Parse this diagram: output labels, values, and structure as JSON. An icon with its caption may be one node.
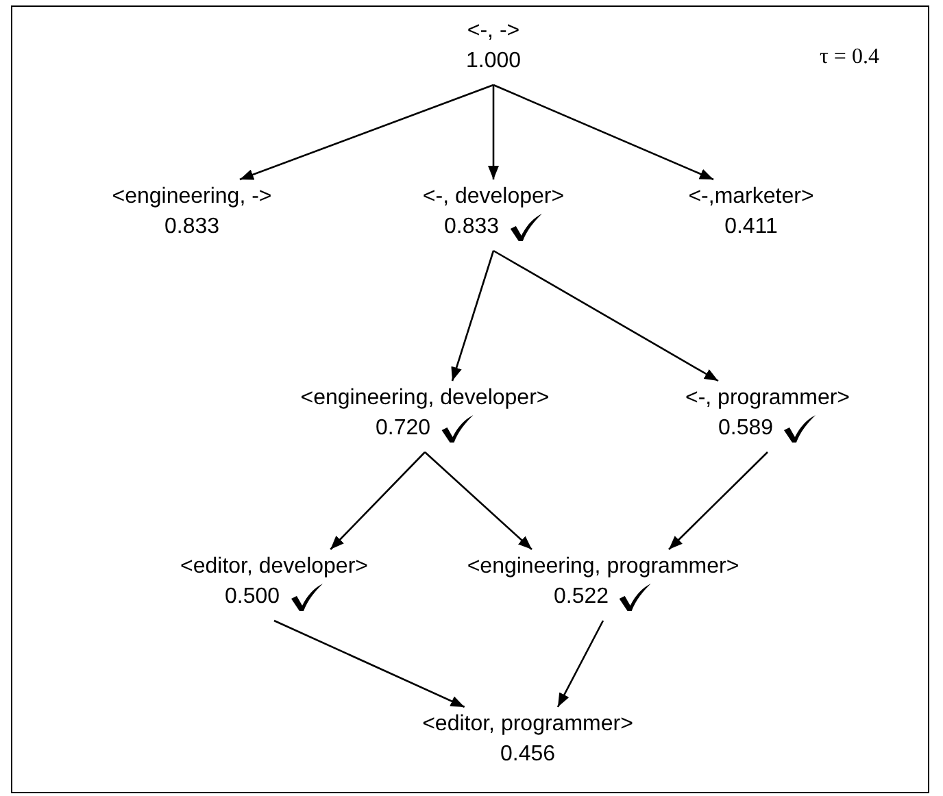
{
  "diagram": {
    "nodes": [
      {
        "text": [
          "<-, ->",
          "1.000"
        ]
      },
      {
        "text": [
          "<engineering, ->",
          "0.833"
        ]
      },
      {
        "text": [
          "<-, developer>",
          "0.833"
        ]
      },
      {
        "text": [
          "<-,marketer>",
          "0.411"
        ]
      },
      {
        "text": [
          "<engineering, developer>",
          "0.720"
        ]
      },
      {
        "text": [
          "<-, programmer>",
          "0.589"
        ]
      },
      {
        "text": [
          "<editor, developer>",
          "0.500"
        ]
      },
      {
        "text": [
          "<engineering, programmer>",
          "0.522"
        ]
      },
      {
        "text": [
          "<editor, programmer>",
          "0.456"
        ]
      }
    ],
    "edges": [
      {
        "from": 0,
        "to": 1,
        "arrow": "to"
      },
      {
        "from": 0,
        "to": 2,
        "arrow": "to"
      },
      {
        "from": 0,
        "to": 3,
        "arrow": "to"
      },
      {
        "from": 2,
        "to": 4,
        "arrow": "to"
      },
      {
        "from": 2,
        "to": 5,
        "arrow": "to"
      },
      {
        "from": 4,
        "to": 6,
        "arrow": "to"
      },
      {
        "from": 4,
        "to": 7,
        "arrow": "to"
      },
      {
        "from": 5,
        "to": 7,
        "arrow": "to"
      },
      {
        "from": 6,
        "to": 8,
        "arrow": "to"
      },
      {
        "from": 7,
        "to": 8,
        "arrow": "to"
      }
    ],
    "labels": [
      "τ = 0.4"
    ]
  }
}
